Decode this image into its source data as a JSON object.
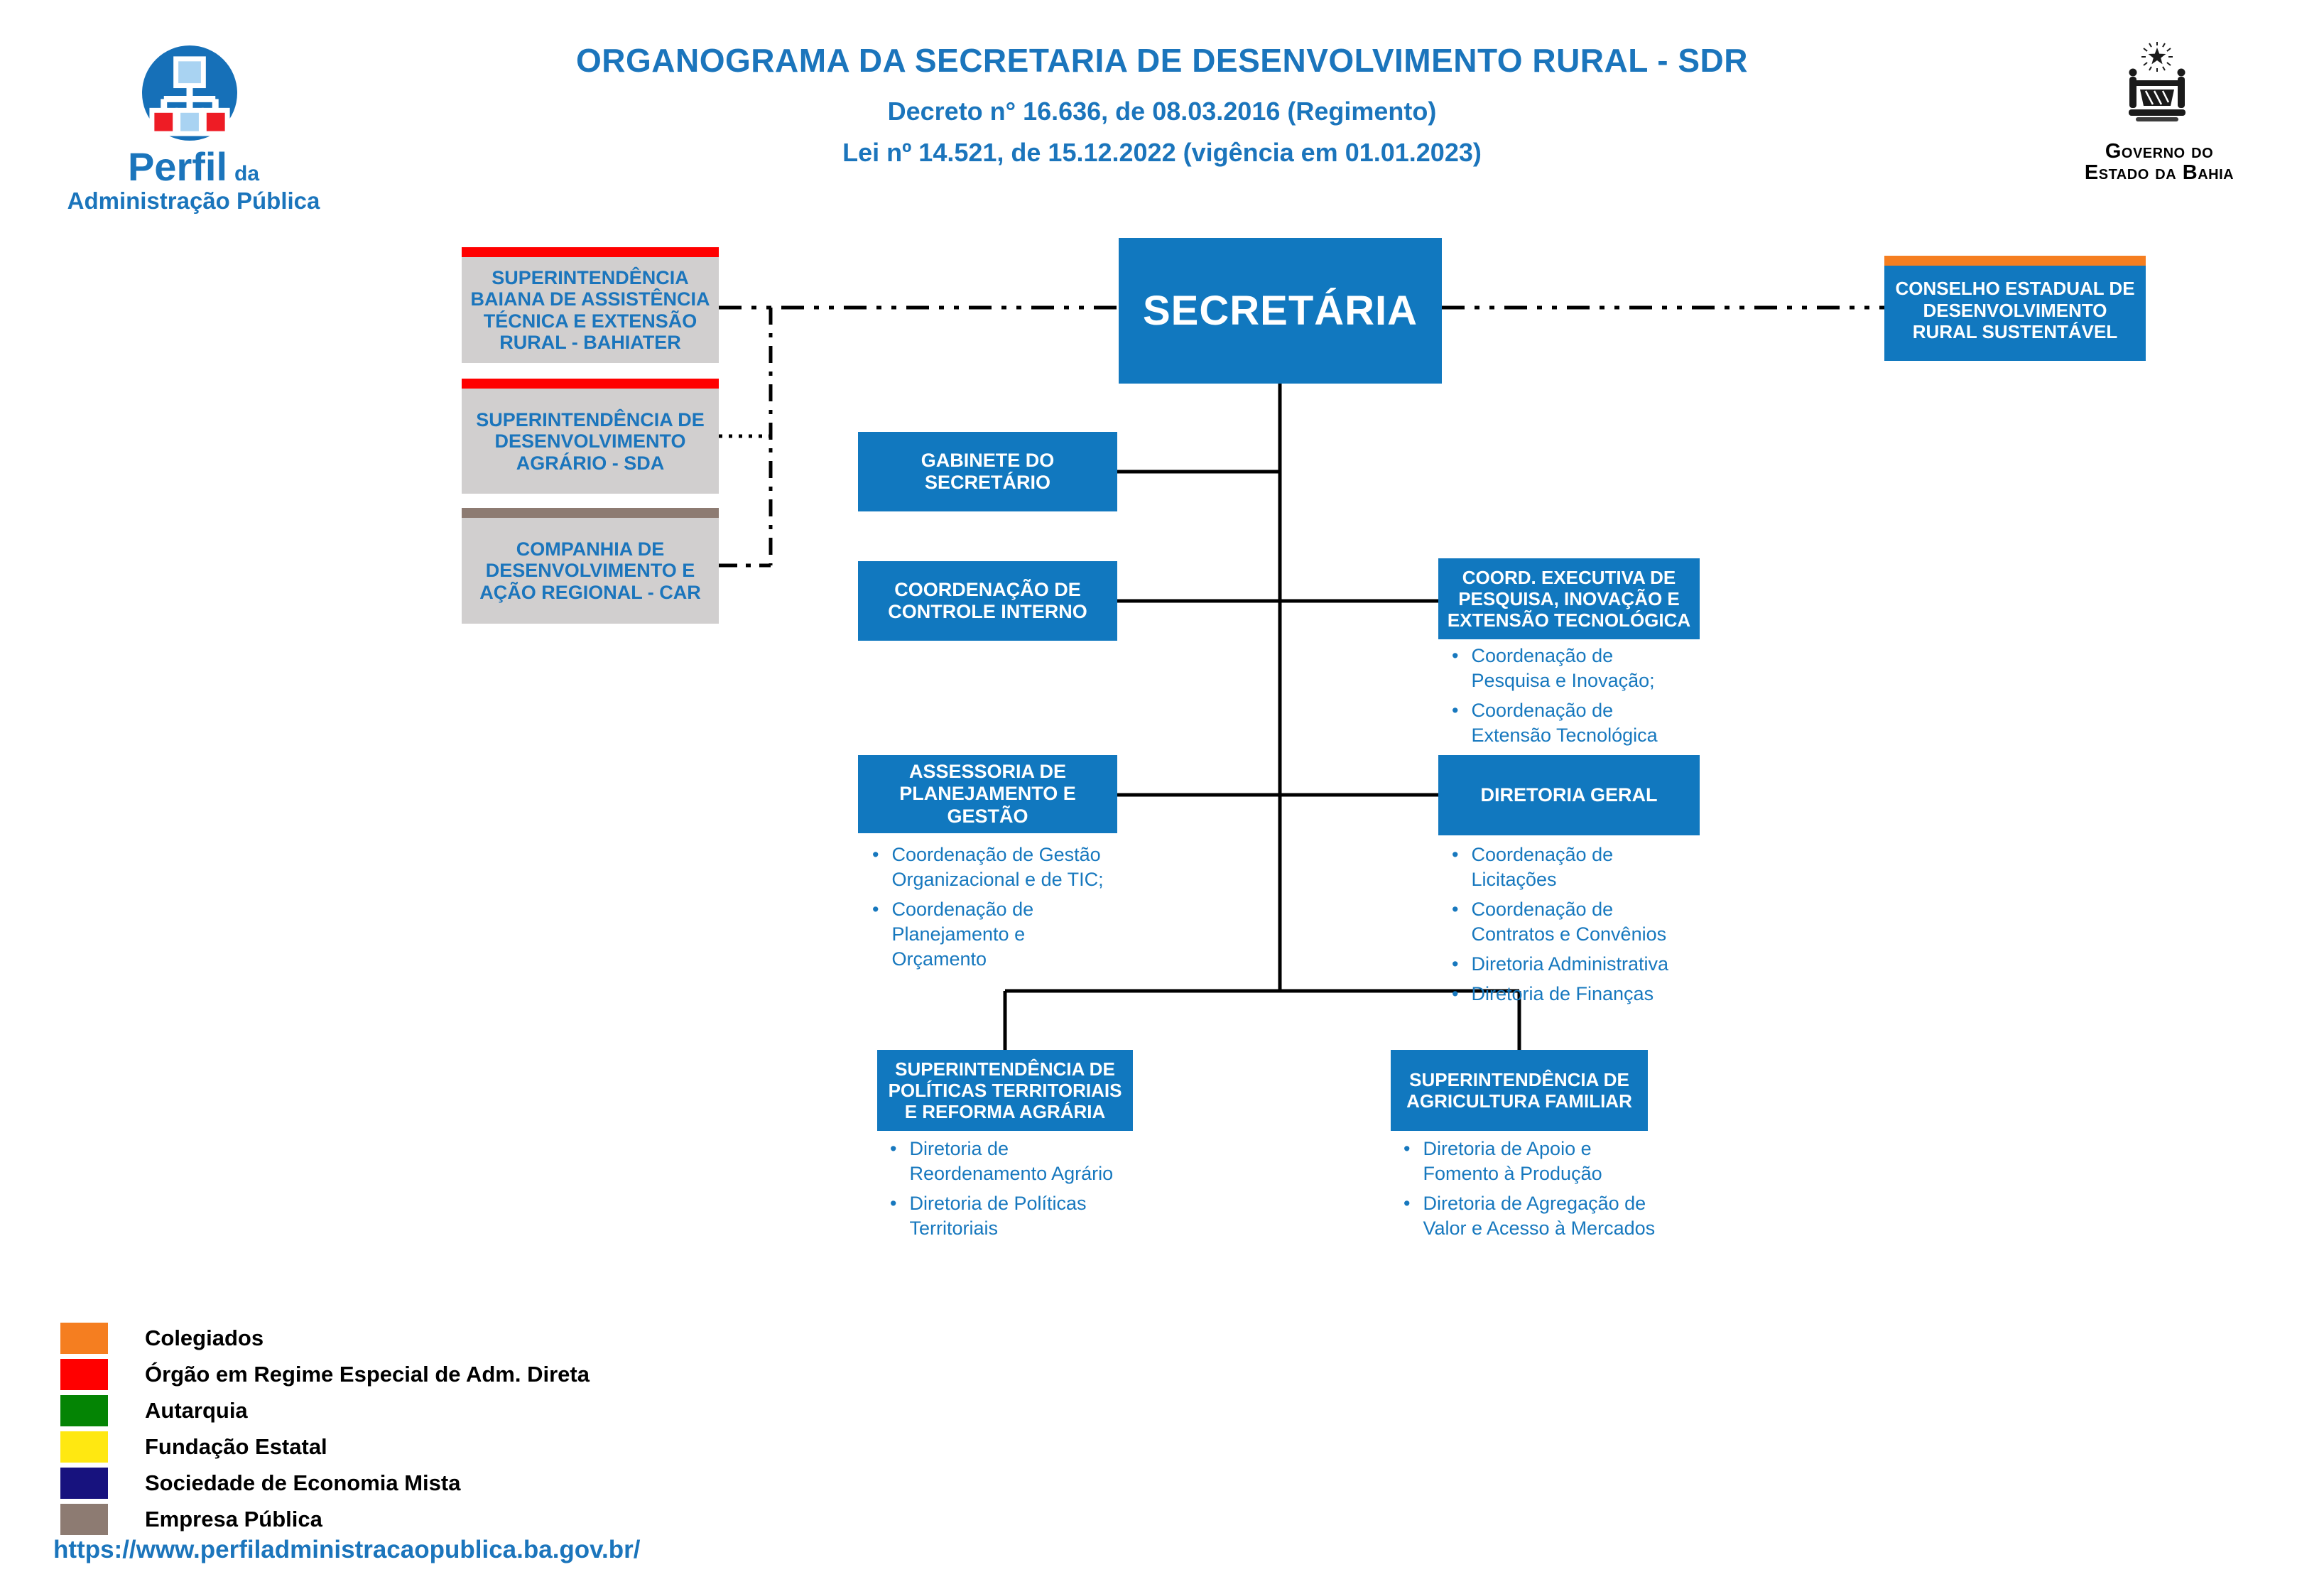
{
  "header": {
    "title": "ORGANOGRAMA DA SECRETARIA DE DESENVOLVIMENTO  RURAL - SDR",
    "subtitle1": "Decreto n° 16.636, de 08.03.2016 (Regimento)",
    "subtitle2": "Lei nº 14.521, de 15.12.2022 (vigência em 01.01.2023)"
  },
  "brand": {
    "line1": "Perfil",
    "line1_suffix": "da",
    "line2": "Administração Pública"
  },
  "gov_logo": {
    "line1": "Governo do",
    "line2": "Estado da Bahia"
  },
  "colors": {
    "box_blue": "#1178bf",
    "text_blue": "#1b75bc",
    "entity_gray": "#d1cfcf",
    "red": "#ff0000",
    "orange": "#f57e20",
    "green": "#048404",
    "yellow": "#ffe811",
    "navy": "#17127e",
    "taupe": "#8d7b72"
  },
  "org": {
    "secretaria": {
      "label": "SECRETÁRIA"
    },
    "conselho": {
      "label": "CONSELHO ESTADUAL DE DESENVOLVIMENTO RURAL SUSTENTÁVEL",
      "bar_color": "#f57e20"
    },
    "bahiater": {
      "label": "SUPERINTENDÊNCIA BAIANA DE ASSISTÊNCIA TÉCNICA E EXTENSÃO RURAL - BAHIATER",
      "bar_color": "#ff0000"
    },
    "sda": {
      "label": "SUPERINTENDÊNCIA DE DESENVOLVIMENTO AGRÁRIO - SDA",
      "bar_color": "#ff0000"
    },
    "car": {
      "label": "COMPANHIA DE DESENVOLVIMENTO E AÇÃO REGIONAL - CAR",
      "bar_color": "#8d7b72"
    },
    "gabinete": {
      "label": "GABINETE DO SECRETÁRIO"
    },
    "controle_interno": {
      "label": "COORDENAÇÃO DE CONTROLE INTERNO"
    },
    "coord_executiva": {
      "label": "COORD. EXECUTIVA DE PESQUISA, INOVAÇÃO E EXTENSÃO TECNOLÓGICA",
      "items": [
        "Coordenação de Pesquisa e Inovação;",
        "Coordenação de Extensão Tecnológica"
      ]
    },
    "assessoria": {
      "label": "ASSESSORIA DE PLANEJAMENTO E GESTÃO",
      "items": [
        "Coordenação de Gestão Organizacional e de TIC;",
        "Coordenação de Planejamento e Orçamento"
      ]
    },
    "diretoria_geral": {
      "label": "DIRETORIA GERAL",
      "items": [
        "Coordenação de Licitações",
        "Coordenação de Contratos e Convênios",
        "Diretoria Administrativa",
        "Diretoria de Finanças"
      ]
    },
    "sup_politicas": {
      "label": "SUPERINTENDÊNCIA DE POLÍTICAS TERRITORIAIS E REFORMA AGRÁRIA",
      "items": [
        "Diretoria de Reordenamento Agrário",
        "Diretoria de  Políticas Territoriais"
      ]
    },
    "sup_agricultura": {
      "label": "SUPERINTENDÊNCIA DE AGRICULTURA FAMILIAR",
      "items": [
        "Diretoria de  Apoio e Fomento à Produção",
        "Diretoria de Agregação de Valor e Acesso à Mercados"
      ]
    }
  },
  "legend": {
    "items": [
      {
        "label": "Colegiados",
        "color": "#f57e20"
      },
      {
        "label": "Órgão em Regime Especial de Adm. Direta",
        "color": "#ff0000"
      },
      {
        "label": "Autarquia",
        "color": "#048404"
      },
      {
        "label": "Fundação Estatal",
        "color": "#ffe811"
      },
      {
        "label": "Sociedade de Economia Mista",
        "color": "#17127e"
      },
      {
        "label": "Empresa Pública",
        "color": "#8d7b72"
      }
    ]
  },
  "footer": {
    "url": "https://www.perfiladministracaopublica.ba.gov.br/"
  }
}
